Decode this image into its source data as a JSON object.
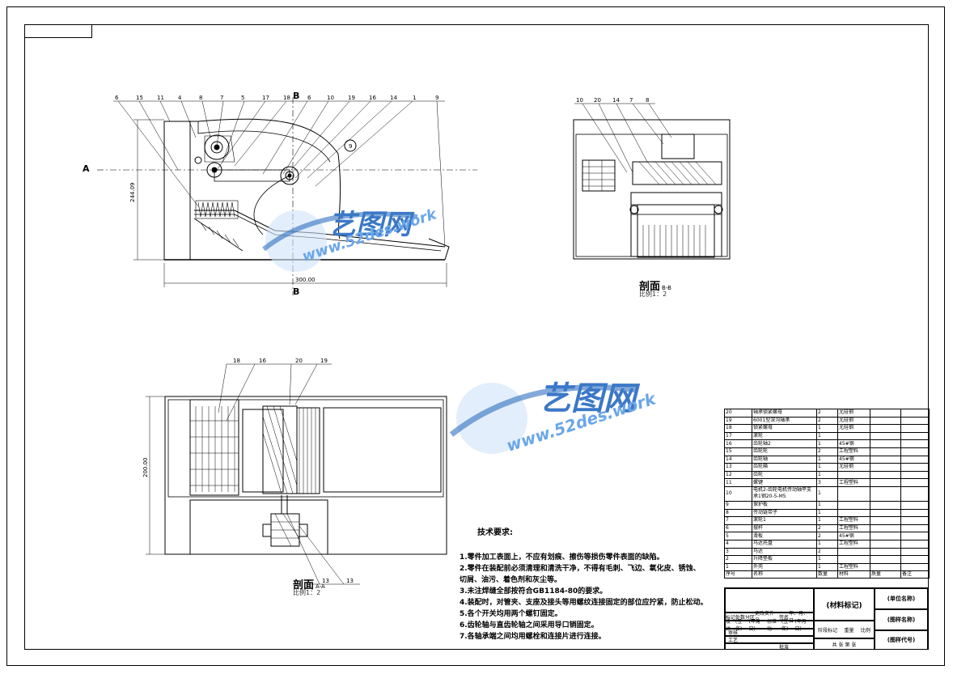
{
  "watermarks": [
    {
      "logo_text": "艺图网",
      "url": "www.52des.work"
    },
    {
      "logo_text": "艺图网",
      "url": "www.52des.work"
    }
  ],
  "views": {
    "main": {
      "section_markers": [
        "A",
        "A",
        "B",
        "B"
      ],
      "balloons": [
        "6",
        "15",
        "11",
        "4",
        "8",
        "7",
        "5",
        "17",
        "18",
        "6",
        "10",
        "19",
        "16",
        "14",
        "1",
        "9"
      ],
      "circle_label": "9",
      "dim_vertical": "244.09",
      "dim_horizontal": "300.00"
    },
    "section_bb": {
      "title": "剖面",
      "suffix": "B-B",
      "scale": "比例1：2",
      "balloons": [
        "10",
        "20",
        "14",
        "7",
        "8"
      ]
    },
    "section_aa": {
      "title": "剖面",
      "suffix": "A-A",
      "scale": "比例1：2",
      "balloons_top": [
        "18",
        "16",
        "20",
        "19"
      ],
      "balloons_bottom": [
        "13",
        "13"
      ],
      "dim_vertical": "200.00"
    }
  },
  "notes": {
    "title": "技术要求:",
    "items": [
      "1.零件加工表面上，不应有划痕、擦伤等损伤零件表面的缺陷。",
      "2.零件在装配前必须清理和清洗干净，不得有毛刺、飞边、氧化皮、锈蚀、切屑、油污、着色剂和灰尘等。",
      "3.未注焊缝全部按符合GB1184-80的要求。",
      "4.装配时，对管夹、支座及接头等用螺纹连接固定的部位应拧紧，防止松动。",
      "5.各个开关均用两个螺钉固定。",
      "6.齿轮轴与直齿轮轴之间采用导口销固定。",
      "7.各轴承端之间均用螺栓和连接片进行连接。"
    ]
  },
  "bom": {
    "rows": [
      {
        "no": "20",
        "name": "轴承锁紧螺母",
        "qty": "2",
        "material": "尤硅钢"
      },
      {
        "no": "19",
        "name": "6001型深沟轴承",
        "qty": "2",
        "material": "尤硅钢"
      },
      {
        "no": "18",
        "name": "锁紧螺母",
        "qty": "1",
        "material": "尤硅钢"
      },
      {
        "no": "17",
        "name": "滚轮",
        "qty": "1",
        "material": ""
      },
      {
        "no": "16",
        "name": "齿轮轴2",
        "qty": "1",
        "material": "45#钢"
      },
      {
        "no": "15",
        "name": "齿轮轮",
        "qty": "2",
        "material": "工程塑料"
      },
      {
        "no": "14",
        "name": "齿轮轴",
        "qty": "1",
        "material": "45#钢"
      },
      {
        "no": "13",
        "name": "齿轮箱",
        "qty": "1",
        "material": "尤硅钢"
      },
      {
        "no": "12",
        "name": "齿轮",
        "qty": "1",
        "material": ""
      },
      {
        "no": "11",
        "name": "螺键",
        "qty": "3",
        "material": "工程塑料"
      },
      {
        "no": "10",
        "name": "电机2-齿轮电机传动轴平支承1钢20-5-M5",
        "qty": "1",
        "material": "",
        "tall": true
      },
      {
        "no": "9",
        "name": "保护板",
        "qty": "1",
        "material": ""
      },
      {
        "no": "8",
        "name": "传动链带子",
        "qty": "1",
        "material": ""
      },
      {
        "no": "7",
        "name": "滚轮1",
        "qty": "1",
        "material": "工程塑料"
      },
      {
        "no": "6",
        "name": "摆杆",
        "qty": "2",
        "material": "工程塑料"
      },
      {
        "no": "5",
        "name": "滑板",
        "qty": "2",
        "material": "45#钢"
      },
      {
        "no": "4",
        "name": "马达托盘",
        "qty": "1",
        "material": "工程塑料"
      },
      {
        "no": "3",
        "name": "马达",
        "qty": "2",
        "material": ""
      },
      {
        "no": "2",
        "name": "升降垫板",
        "qty": "1",
        "material": ""
      },
      {
        "no": "1",
        "name": "外壳",
        "qty": "1",
        "material": "工程塑料"
      }
    ],
    "header": {
      "no": "序号",
      "name": "名称",
      "qty": "数量",
      "material": "材料",
      "mass": "质量",
      "note": "备注"
    }
  },
  "titleblock": {
    "material_mark": "(材料标记)",
    "unit_name": "(单位名称)",
    "drawing_name": "(图样名称)",
    "drawing_code": "(图样代号)",
    "row_labels": [
      "标记",
      "处数",
      "分区",
      "更改文件号",
      "签名",
      "年、月、日"
    ],
    "design": "设计",
    "sign": "(签名)",
    "date": "(年月日)",
    "std": "标准化",
    "stage": "阶段标记",
    "weight": "重量",
    "ratio": "比例",
    "audit": "审核",
    "process": "工艺",
    "approve": "批准",
    "sheets": "共  张 第  张"
  }
}
